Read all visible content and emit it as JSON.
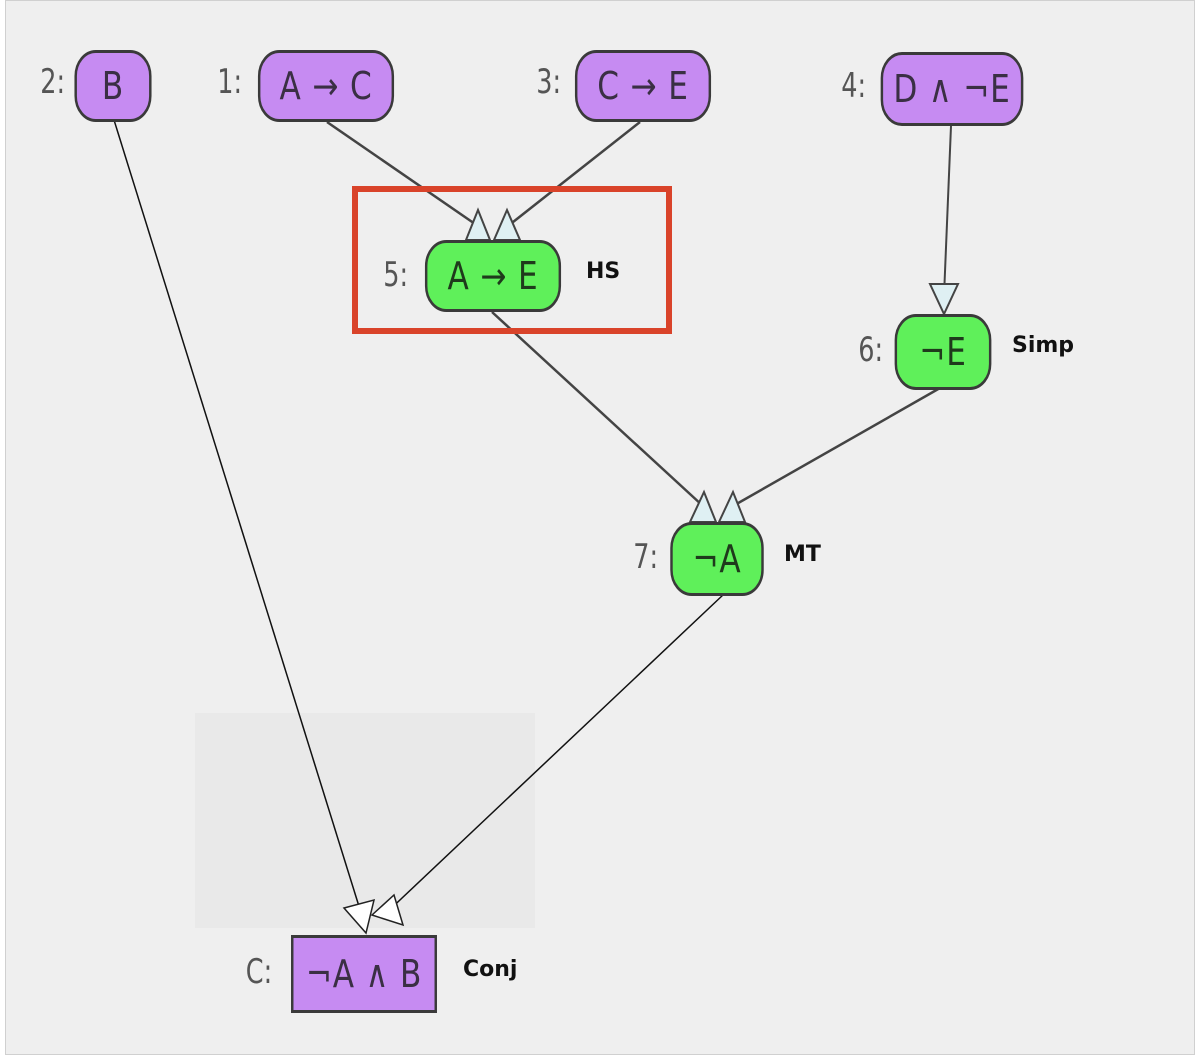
{
  "nodes": {
    "n2": {
      "index": "2:",
      "formula": "B"
    },
    "n1": {
      "index": "1:",
      "formula": "A → C"
    },
    "n3": {
      "index": "3:",
      "formula": "C → E"
    },
    "n4": {
      "index": "4:",
      "formula": "D ∧ ¬E"
    },
    "n5": {
      "index": "5:",
      "formula": "A → E",
      "rule": "HS"
    },
    "n6": {
      "index": "6:",
      "formula": "¬E",
      "rule": "Simp"
    },
    "n7": {
      "index": "7:",
      "formula": "¬A",
      "rule": "MT"
    },
    "nC": {
      "index": "C:",
      "formula": "¬A ∧ B",
      "rule": "Conj"
    }
  },
  "colors": {
    "premise": "#c68bf2",
    "derived": "#5ff05a",
    "highlight": "#d9432a",
    "background": "#efefef"
  }
}
